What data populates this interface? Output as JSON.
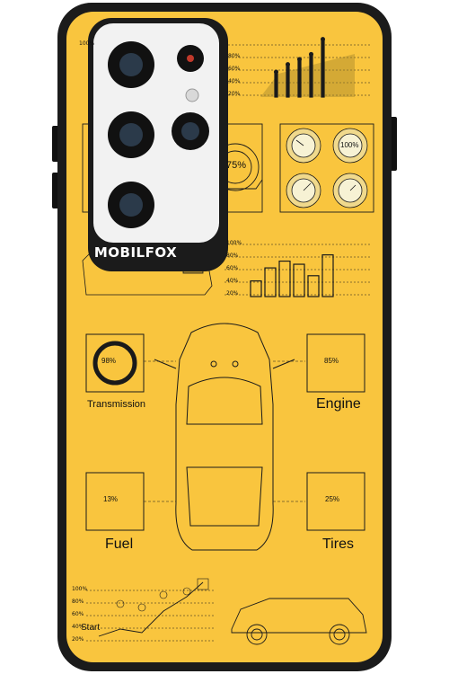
{
  "brand": "MOBILFOX",
  "colors": {
    "case": "#1b1b1b",
    "back": "#f9c53e",
    "line": "#1a1a1a",
    "module": "#f2f2f2"
  },
  "scale_labels": [
    "100%",
    "80%",
    "60%",
    "40%",
    "20%"
  ],
  "chart_top": {
    "type": "bar",
    "values": [
      40,
      52,
      60,
      68,
      92
    ]
  },
  "chart_mid": {
    "type": "bar",
    "values": [
      30,
      55,
      68,
      62,
      40,
      80
    ]
  },
  "dashboard": {
    "gauge_left": "75%",
    "gauge_right": "100%"
  },
  "panels": {
    "transmission": {
      "label": "Transmission",
      "value": "98%"
    },
    "engine": {
      "label": "Engine",
      "value": "85%"
    },
    "fuel": {
      "label": "Fuel",
      "value": "13%"
    },
    "tires": {
      "label": "Tires",
      "value": "25%"
    }
  },
  "route": {
    "start_label": "Start"
  }
}
